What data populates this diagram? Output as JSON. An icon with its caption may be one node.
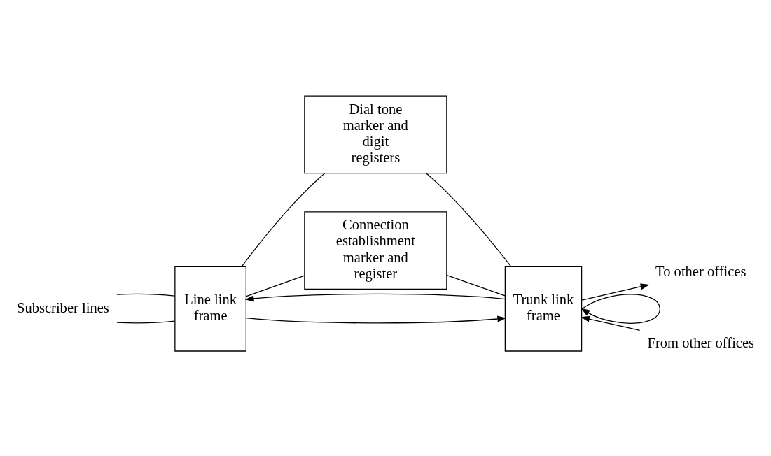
{
  "diagram": {
    "nodes": [
      {
        "text": [
          "Subscriber lines"
        ]
      },
      {
        "text": [
          "Line link frame"
        ]
      },
      {
        "text": [
          "Dial tone marker and digit registers"
        ]
      },
      {
        "text": [
          "Connection establishment marker and register"
        ]
      },
      {
        "text": [
          "Trunk link frame"
        ]
      },
      {
        "text": [
          "To other offices"
        ]
      },
      {
        "text": [
          "From other offices"
        ]
      }
    ],
    "edges": [
      {
        "from": 0,
        "to": 1,
        "arrow": "none"
      },
      {
        "from": 0,
        "to": 1,
        "arrow": "none"
      },
      {
        "from": 1,
        "to": 2,
        "arrow": "none"
      },
      {
        "from": 2,
        "to": 4,
        "arrow": "none"
      },
      {
        "from": 1,
        "to": 4,
        "arrow": "to"
      },
      {
        "from": 4,
        "to": 1,
        "arrow": "to"
      },
      {
        "from": 4,
        "to": 4,
        "arrow": "to"
      },
      {
        "from": 4,
        "to": 5,
        "arrow": "to"
      },
      {
        "from": 6,
        "to": 4,
        "arrow": "to"
      },
      {
        "from": 1,
        "to": 3,
        "arrow": "none"
      },
      {
        "from": 3,
        "to": 4,
        "arrow": "none"
      }
    ]
  }
}
